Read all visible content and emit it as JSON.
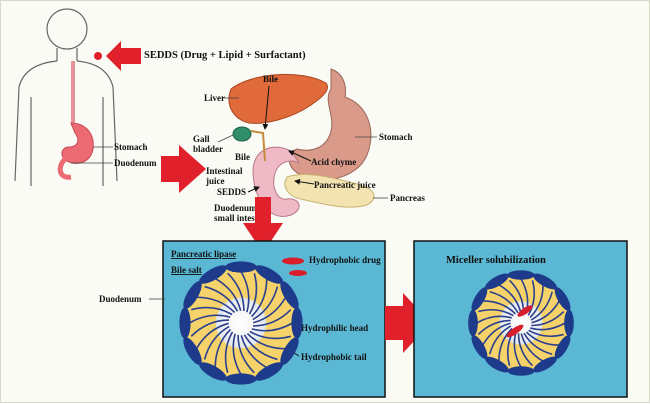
{
  "labels": {
    "sedds_full": "SEDDS (Drug + Lipid + Surfactant)",
    "stomach_body": "Stomach",
    "duodenum_body": "Duodenum",
    "liver": "Liver",
    "bile_top": "Bile",
    "gall_bladder_1": "Gall",
    "gall_bladder_2": "bladder",
    "bile_side": "Bile",
    "intestinal_juice_1": "Intestinal",
    "intestinal_juice_2": "juice",
    "sedds": "SEDDS",
    "acid_chyme": "Acid chyme",
    "stomach_organ": "Stomach",
    "pancreatic_juice": "Pancreatic juice",
    "pancreas": "Pancreas",
    "duodenum_small_1": "Duodenum of",
    "duodenum_small_2": "small intestine",
    "pancreatic_lipase": "Pancreatic lipase",
    "bile_salt": "Bile salt",
    "hydrophobic_drug": "Hydrophobic drug",
    "hydrophilic_head": "Hydrophilic head",
    "hydrophobic_tail": "Hydrophobic tail",
    "duodenum_left": "Duodenum",
    "micelle_title": "Miceller solubilization"
  },
  "colors": {
    "arrow": "#e0202a",
    "panel_fill": "#5ab8d4",
    "micelle_yellow": "#f5d36a",
    "head_blue": "#1e3a8a",
    "drug_red": "#d81e2a",
    "liver": "#e06a3a",
    "stomach_organ": "#d99a8a",
    "pancreas": "#f2e3b0",
    "gallbladder": "#2f8f6a",
    "intestine": "#efb9c6"
  }
}
